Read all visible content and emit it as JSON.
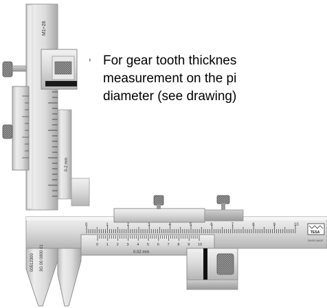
{
  "bullet": {
    "symbol": "•",
    "lines": [
      "For gear tooth thicknes",
      "measurement on the pi",
      "diameter (see drawing)"
    ]
  },
  "instrument": {
    "vertical_scale_marking": "M1÷26",
    "vertical_scale_sub_marking": "0-2 mm",
    "side_serial_1": "00512300",
    "side_serial_2": "3G 00 0800 01",
    "horizontal_main_numbers": [
      "0",
      "1",
      "2",
      "3",
      "4",
      "5",
      "6",
      "7",
      "8",
      "9",
      "10"
    ],
    "vernier_numbers": [
      "0",
      "1",
      "2",
      "3",
      "4",
      "5",
      "6",
      "7",
      "8",
      "9",
      "10"
    ],
    "vernier_label": "0.02 mm",
    "brand": "TESA",
    "brand_sub": "SWISS MADE"
  },
  "colors": {
    "steel_light": "#e8e8e8",
    "steel_mid": "#c9c9c9",
    "steel_dark": "#8f8f8f",
    "bullet_dot": "#8a8a8a",
    "text": "#000000"
  }
}
